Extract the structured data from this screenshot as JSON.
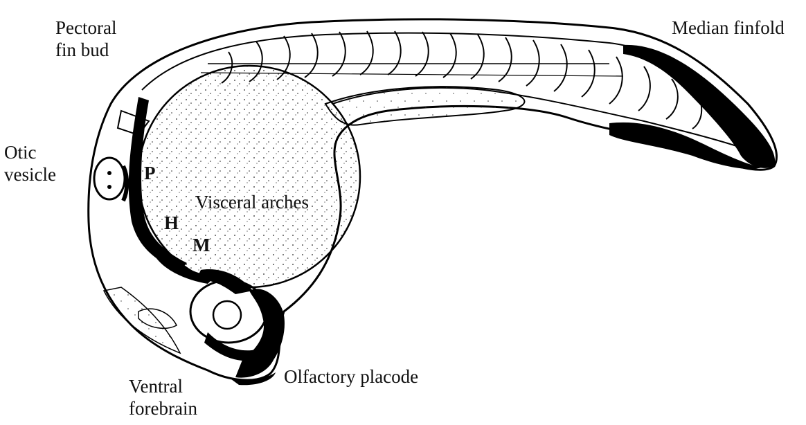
{
  "labels": {
    "pectoral": "Pectoral\nfin bud",
    "median": "Median finfold",
    "otic": "Otic\nvesicle",
    "visceral": "Visceral arches",
    "p": "P",
    "h": "H",
    "m": "M",
    "olfactory": "Olfactory placode",
    "ventral": "Ventral\nforebrain"
  }
}
